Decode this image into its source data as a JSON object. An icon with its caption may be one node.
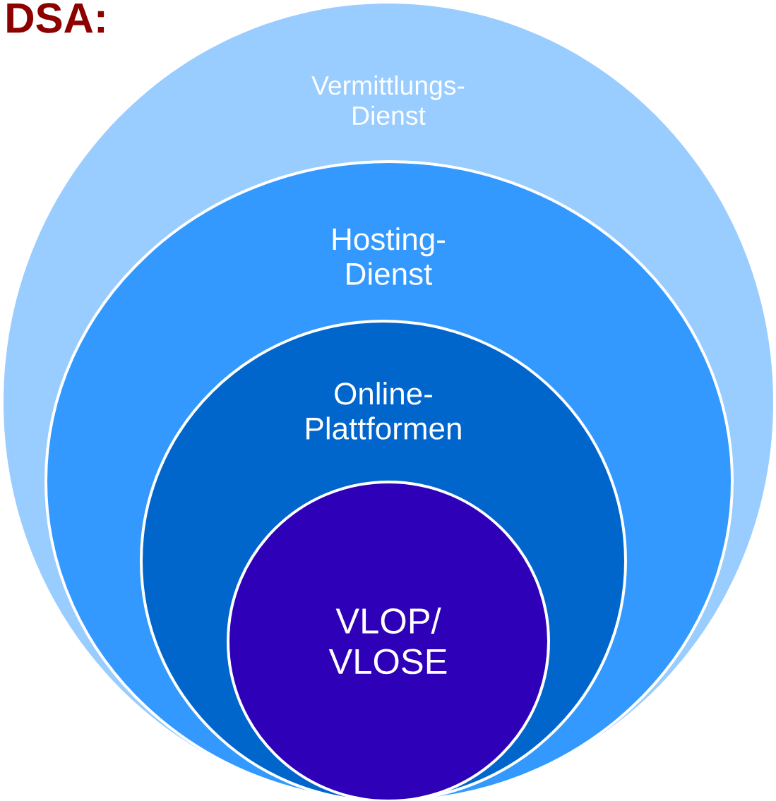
{
  "diagram": {
    "title": "DSA:",
    "nodes": [
      {
        "text": [
          "Vermittlungs- Dienst"
        ]
      },
      {
        "text": [
          "Hosting- Dienst"
        ],
        "in": 0
      },
      {
        "text": [
          "Online- Plattformen"
        ],
        "in": 1
      },
      {
        "text": [
          "VLOP/ VLOSE"
        ],
        "in": 2
      }
    ]
  }
}
